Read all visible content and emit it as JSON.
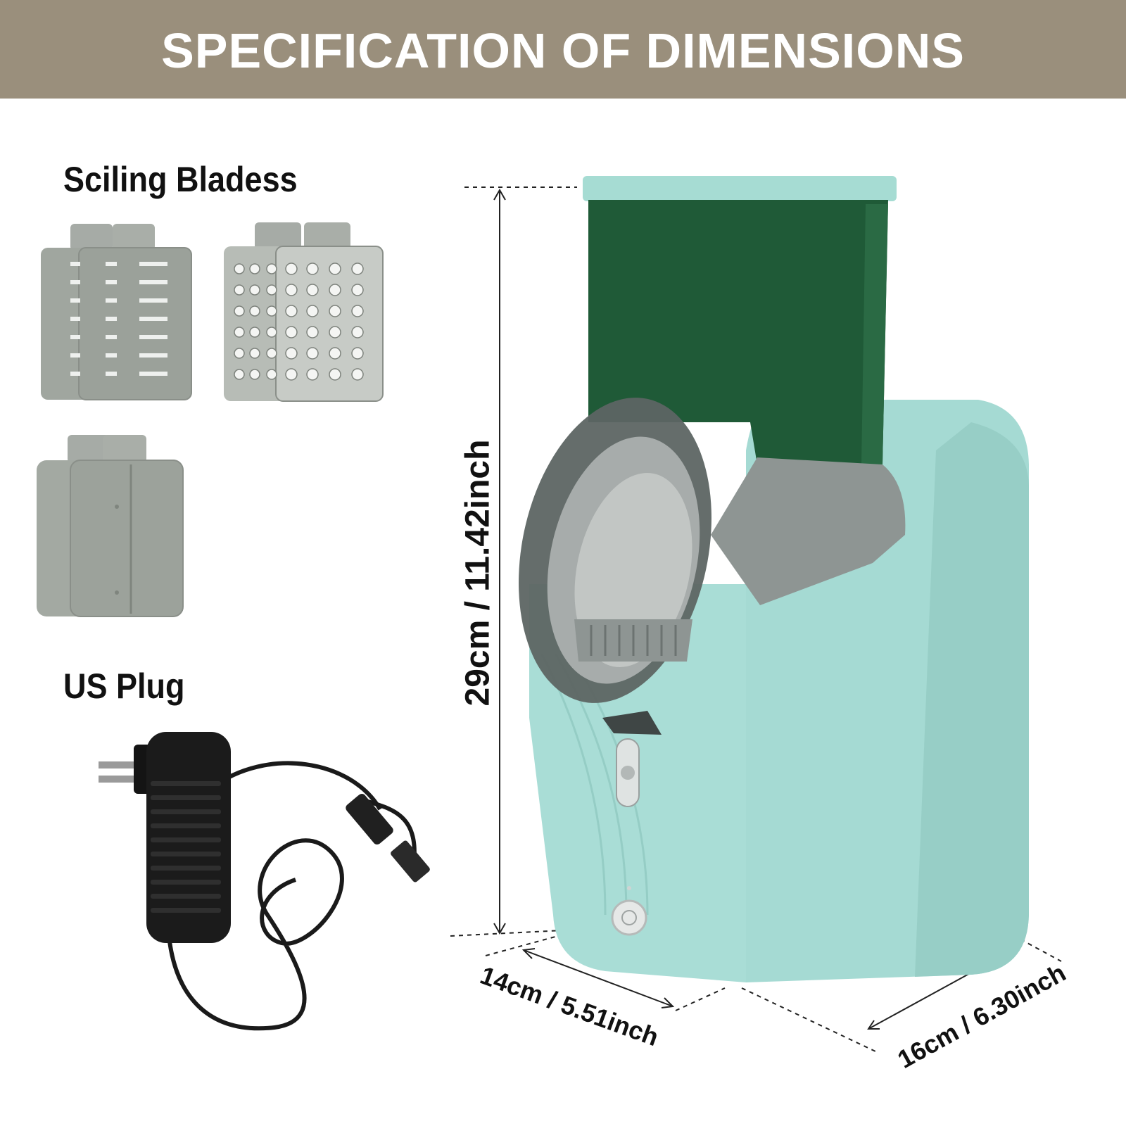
{
  "colors": {
    "banner_bg": "#9a8f7c",
    "banner_text": "#ffffff",
    "body_mint": "#a3d9d2",
    "body_mint_dark": "#8cc6be",
    "hopper_green": "#1f5a37",
    "hopper_rim": "#a6dcd3",
    "drum_grey": "#8f9594",
    "blade_grey": "#9aa19c",
    "cable_black": "#1a1a1a"
  },
  "header": {
    "title": "SPECIFICATION OF DIMENSIONS"
  },
  "sections": {
    "blades": "Sciling Bladess",
    "plug": "US Plug"
  },
  "dimensions": {
    "height": "29cm / 11.42inch",
    "depth": "14cm / 5.51inch",
    "width": "16cm / 6.30inch"
  }
}
